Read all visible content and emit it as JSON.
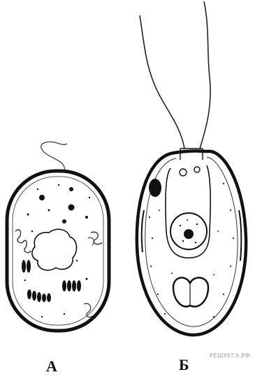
{
  "labels": {
    "cell_a": "А",
    "cell_b": "Б"
  },
  "watermark": "РЕШУЕГЭ.РФ",
  "colors": {
    "ink": "#111111",
    "background": "#ffffff",
    "watermark": "#9a9a9a"
  }
}
